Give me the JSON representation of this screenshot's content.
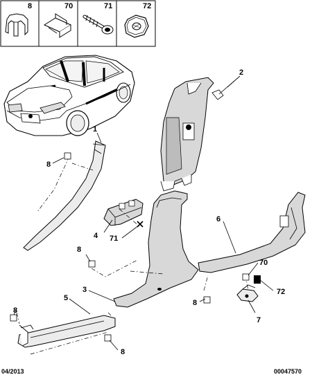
{
  "fasteners_table": {
    "cells": [
      {
        "ref": "8",
        "icon": "clip-icon"
      },
      {
        "ref": "70",
        "icon": "spring-clip-icon"
      },
      {
        "ref": "71",
        "icon": "screw-icon"
      },
      {
        "ref": "72",
        "icon": "nut-icon"
      }
    ]
  },
  "callouts": {
    "c1": "1",
    "c2": "2",
    "c3": "3",
    "c4": "4",
    "c5": "5",
    "c6": "6",
    "c7": "7",
    "c8a": "8",
    "c8b": "8",
    "c8c": "8",
    "c8d": "8",
    "c8e": "8",
    "c70": "70",
    "c71": "71",
    "c72": "72"
  },
  "footer": {
    "date": "04/2013",
    "ref": "00047570"
  }
}
